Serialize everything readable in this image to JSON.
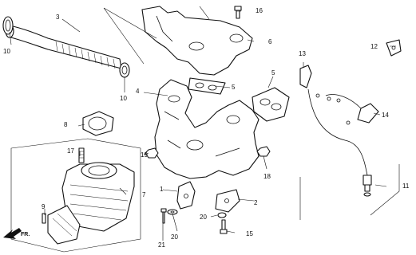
{
  "diagram": {
    "callouts": [
      "1",
      "2",
      "3",
      "4",
      "5",
      "5",
      "6",
      "7",
      "8",
      "9",
      "10",
      "10",
      "11",
      "12",
      "13",
      "14",
      "15",
      "16",
      "17",
      "18",
      "19",
      "20",
      "20",
      "21"
    ],
    "fr_label": "FR."
  }
}
